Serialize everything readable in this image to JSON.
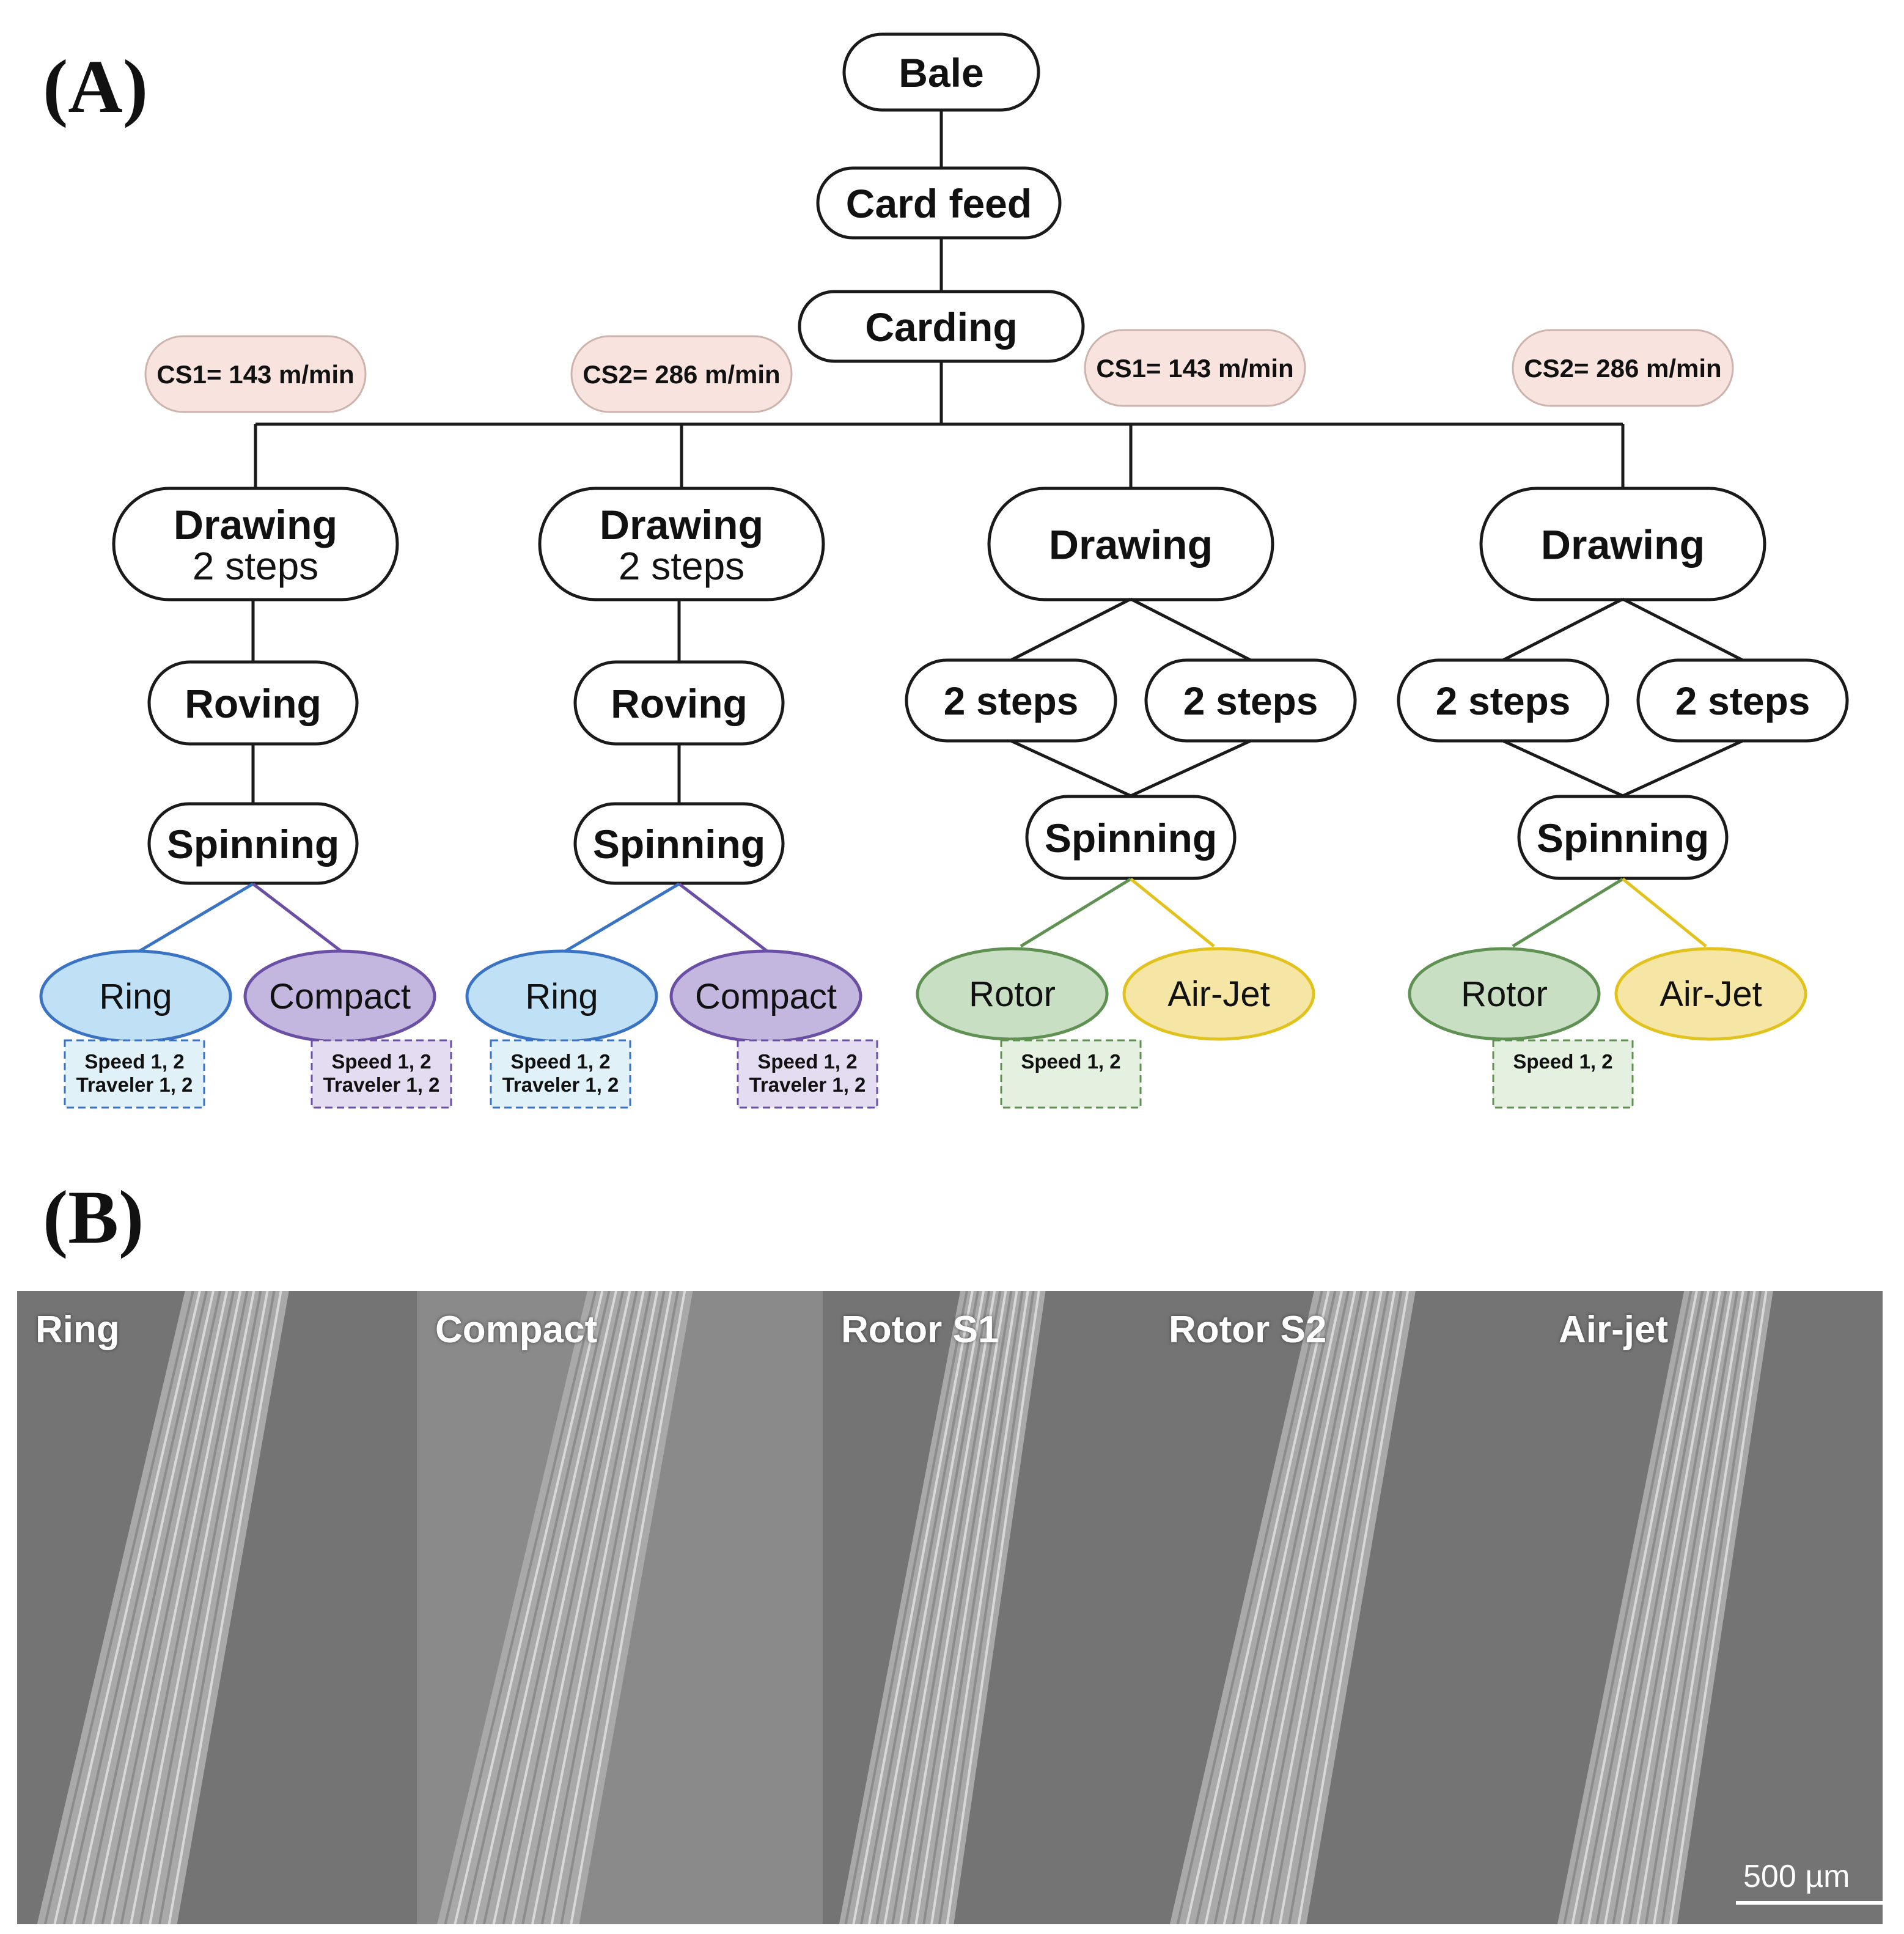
{
  "panel_a_label": "(A)",
  "panel_b_label": "(B)",
  "flow": {
    "bale": "Bale",
    "card_feed": "Card feed",
    "carding": "Carding",
    "cs_labels": [
      "CS1= 143 m/min",
      "CS2= 286 m/min",
      "CS1= 143 m/min",
      "CS2= 286 m/min"
    ],
    "columns": [
      {
        "drawing_title": "Drawing",
        "drawing_sub": "2 steps",
        "roving": "Roving",
        "spinning": "Spinning",
        "outputs": [
          {
            "label": "Ring",
            "color": "#bfe0f5",
            "stroke": "#3a73c4",
            "param_lines": [
              "Speed 1, 2",
              "Traveler 1, 2"
            ],
            "param_fill": "#e0f2f8",
            "param_stroke": "#3a73c4"
          },
          {
            "label": "Compact",
            "color": "#c3b7df",
            "stroke": "#6a4fa4",
            "param_lines": [
              "Speed 1, 2",
              "Traveler 1, 2"
            ],
            "param_fill": "#e4dcf1",
            "param_stroke": "#6a4fa4"
          }
        ]
      },
      {
        "drawing_title": "Drawing",
        "drawing_sub": "2 steps",
        "roving": "Roving",
        "spinning": "Spinning",
        "outputs": [
          {
            "label": "Ring",
            "color": "#bfe0f5",
            "stroke": "#3a73c4",
            "param_lines": [
              "Speed 1, 2",
              "Traveler 1, 2"
            ],
            "param_fill": "#e0f2f8",
            "param_stroke": "#3a73c4"
          },
          {
            "label": "Compact",
            "color": "#c3b7df",
            "stroke": "#6a4fa4",
            "param_lines": [
              "Speed 1, 2",
              "Traveler 1, 2"
            ],
            "param_fill": "#e4dcf1",
            "param_stroke": "#6a4fa4"
          }
        ]
      },
      {
        "drawing_title": "Drawing",
        "steps": [
          "2 steps",
          "2 steps"
        ],
        "spinning": "Spinning",
        "outputs": [
          {
            "label": "Rotor",
            "color": "#c8dfc4",
            "stroke": "#5e9152",
            "param_lines": [
              "Speed 1, 2"
            ],
            "param_fill": "#e4f0e0",
            "param_stroke": "#5e9152"
          },
          {
            "label": "Air-Jet",
            "color": "#f5e6a6",
            "stroke": "#e2c21c"
          }
        ]
      },
      {
        "drawing_title": "Drawing",
        "steps": [
          "2 steps",
          "2 steps"
        ],
        "spinning": "Spinning",
        "outputs": [
          {
            "label": "Rotor",
            "color": "#c8dfc4",
            "stroke": "#5e9152",
            "param_lines": [
              "Speed 1, 2"
            ],
            "param_fill": "#e4f0e0",
            "param_stroke": "#5e9152"
          },
          {
            "label": "Air-Jet",
            "color": "#f5e6a6",
            "stroke": "#e2c21c"
          }
        ]
      }
    ]
  },
  "sem_panels": [
    "Ring",
    "Compact",
    "Rotor S1",
    "Rotor S2",
    "Air-jet"
  ],
  "scale_bar": "500 µm"
}
